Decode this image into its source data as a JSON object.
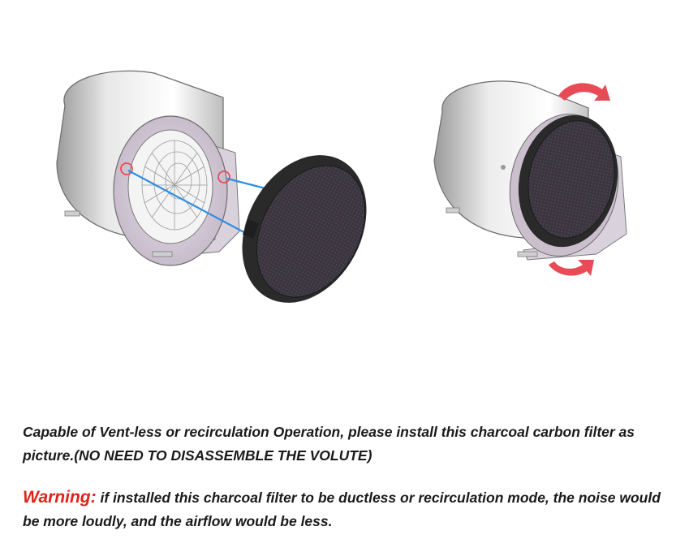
{
  "instruction": {
    "text": "Capable of Vent-less or recirculation Operation, please install this charcoal carbon filter as picture.(NO NEED TO DISASSEMBLE THE VOLUTE)"
  },
  "warning": {
    "label": "Warning:",
    "text": " if installed this charcoal filter to be ductless or recirculation mode, the noise would be more loudly, and the airflow would be less."
  },
  "colors": {
    "warning_label": "#e0231b",
    "arrow_highlight": "#e84b55",
    "guide_line": "#2f8fe0",
    "filter_body": "#2a2a2a"
  },
  "icons": {
    "left": "blower-with-filter-install-arrows",
    "right": "blower-with-twist-lock-arrows"
  }
}
